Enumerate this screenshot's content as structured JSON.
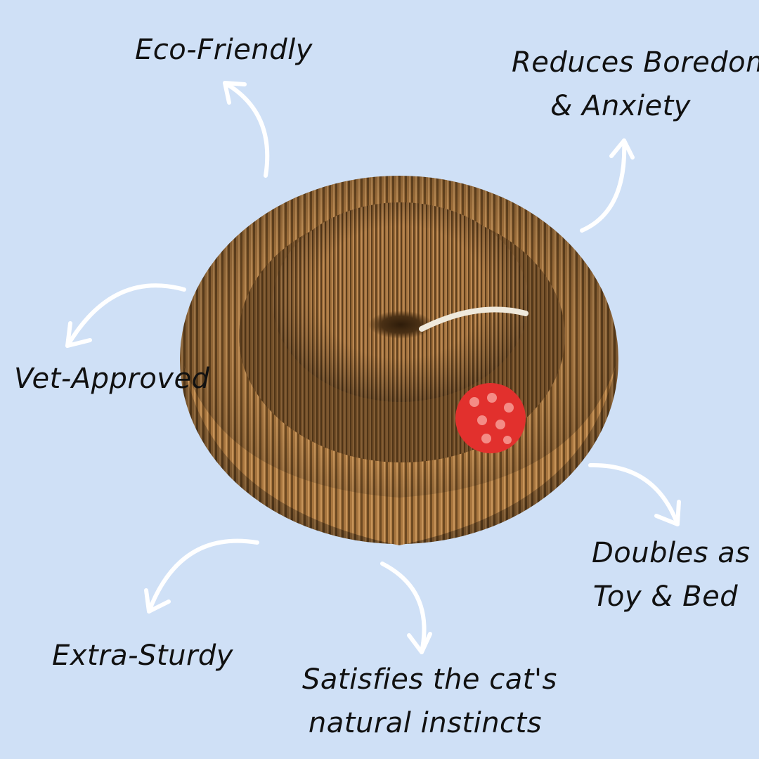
{
  "colors": {
    "background": "#cfe0f6",
    "text": "#111111",
    "arrow": "#ffffff",
    "cardboard_light": "#b07e45",
    "cardboard_dark": "#5e3e1c",
    "ball_red": "#e2302d"
  },
  "features": {
    "eco_friendly": "Eco-Friendly",
    "reduces_boredom_line1": "Reduces Boredom",
    "reduces_boredom_line2": "& Anxiety",
    "vet_approved": "Vet-Approved",
    "doubles_line1": "Doubles as",
    "doubles_line2": "Toy & Bed",
    "extra_sturdy": "Extra-Sturdy",
    "satisfies_line1": "Satisfies the cat's",
    "satisfies_line2": "natural instincts"
  },
  "product_image": {
    "subject": "foldable cardboard cat scratcher with red ball toy"
  }
}
